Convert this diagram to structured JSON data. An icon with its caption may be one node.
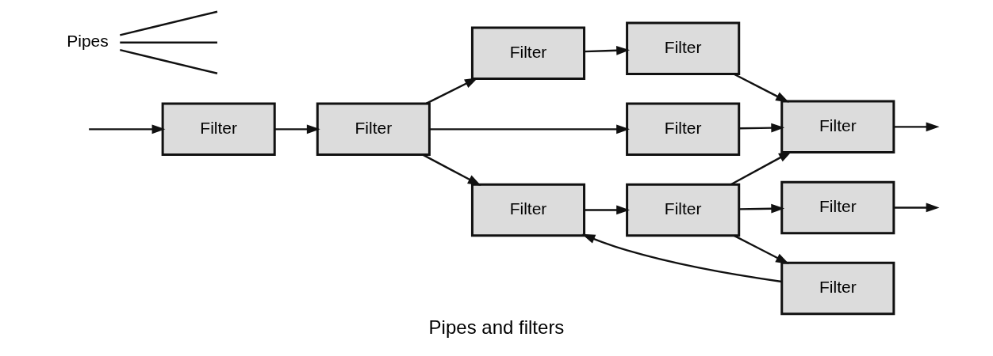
{
  "diagram": {
    "caption": "Pipes and filters",
    "nodes": [
      {
        "text": [
          "Filter"
        ]
      },
      {
        "text": [
          "Filter"
        ]
      },
      {
        "text": [
          "Filter"
        ]
      },
      {
        "text": [
          "Filter"
        ]
      },
      {
        "text": [
          "Filter"
        ]
      },
      {
        "text": [
          "Filter"
        ]
      },
      {
        "text": [
          "Filter"
        ]
      },
      {
        "text": [
          "Filter"
        ]
      },
      {
        "text": [
          "Filter"
        ]
      },
      {
        "text": [
          "Filter"
        ]
      },
      {
        "text": [
          "Pipes"
        ]
      }
    ],
    "edges": [
      {
        "from": null,
        "to": 0,
        "arrow": "to"
      },
      {
        "from": 0,
        "to": 1,
        "arrow": "to"
      },
      {
        "from": 1,
        "to": 2,
        "arrow": "to"
      },
      {
        "from": 1,
        "to": 4,
        "arrow": "to"
      },
      {
        "from": 1,
        "to": 6,
        "arrow": "to"
      },
      {
        "from": 2,
        "to": 3,
        "arrow": "to"
      },
      {
        "from": 3,
        "to": 5,
        "arrow": "to"
      },
      {
        "from": 4,
        "to": 5,
        "arrow": "to"
      },
      {
        "from": 6,
        "to": 7,
        "arrow": "to"
      },
      {
        "from": 7,
        "to": 5,
        "arrow": "to"
      },
      {
        "from": 7,
        "to": 8,
        "arrow": "to"
      },
      {
        "from": 7,
        "to": 9,
        "arrow": "to"
      },
      {
        "from": 9,
        "to": 6,
        "arrow": "to"
      },
      {
        "from": 5,
        "to": null,
        "arrow": "to"
      },
      {
        "from": 8,
        "to": null,
        "arrow": "to"
      },
      {
        "from": 10,
        "to": null,
        "arrow": "none"
      },
      {
        "from": 10,
        "to": null,
        "arrow": "none"
      },
      {
        "from": 10,
        "to": null,
        "arrow": "none"
      }
    ]
  }
}
